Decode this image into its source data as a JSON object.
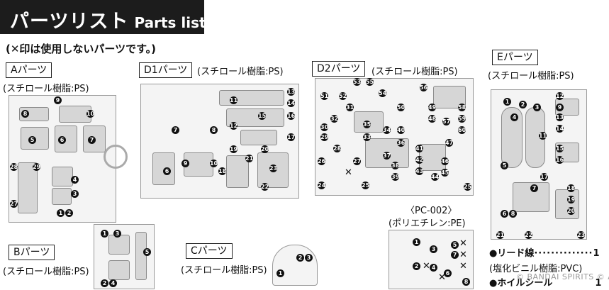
{
  "header": {
    "title_ja": "パーツリスト",
    "title_en": "Parts list"
  },
  "note": "(✕印は使用しないパーツです。)",
  "sections": {
    "a": {
      "label": "Aパーツ",
      "material": "(スチロール樹脂:PS)"
    },
    "b": {
      "label": "Bパーツ",
      "material": "(スチロール樹脂:PS)"
    },
    "c": {
      "label": "Cパーツ",
      "material": "(スチロール樹脂:PS)"
    },
    "d1": {
      "label": "D1パーツ",
      "material": "(スチロール樹脂:PS)"
    },
    "d2": {
      "label": "D2パーツ",
      "material": "(スチロール樹脂:PS)"
    },
    "e": {
      "label": "Eパーツ",
      "material": "(スチロール樹脂:PS)"
    },
    "pc": {
      "label": "〈PC-002〉",
      "material": "(ポリエチレン:PE)"
    }
  },
  "numbers": {
    "a": [
      "9",
      "8",
      "10",
      "5",
      "6",
      "7",
      "28",
      "29",
      "4",
      "3",
      "27",
      "1",
      "2"
    ],
    "b": [
      "1",
      "3",
      "5",
      "2",
      "4"
    ],
    "c": [
      "2",
      "3",
      "1"
    ],
    "d1": [
      "13",
      "11",
      "14",
      "15",
      "16",
      "12",
      "7",
      "8",
      "17",
      "19",
      "20",
      "9",
      "10",
      "21",
      "23",
      "6",
      "18",
      "22"
    ],
    "d2": [
      "53",
      "55",
      "54",
      "51",
      "52",
      "56",
      "31",
      "50",
      "58",
      "49",
      "57",
      "32",
      "48",
      "59",
      "30",
      "35",
      "60",
      "34",
      "40",
      "29",
      "33",
      "47",
      "36",
      "41",
      "28",
      "37",
      "42",
      "46",
      "26",
      "27",
      "38",
      "43",
      "45",
      "44",
      "39",
      "25",
      "24",
      "25"
    ],
    "e": [
      "1",
      "2",
      "3",
      "12",
      "9",
      "4",
      "13",
      "14",
      "11",
      "15",
      "16",
      "5",
      "17",
      "7",
      "18",
      "19",
      "20",
      "6",
      "8",
      "21",
      "22",
      "23"
    ],
    "pc": [
      "1",
      "3",
      "5",
      "7",
      "2",
      "4",
      "6",
      "8"
    ]
  },
  "legend": {
    "lead": "●リード線",
    "lead_count": "1",
    "pvc": "(塩化ビニル樹脂:PVC)",
    "foil": "●ホイルシール",
    "foil_count": "1"
  },
  "watermark": "© BANDAI SPIRITS  © ARCH"
}
